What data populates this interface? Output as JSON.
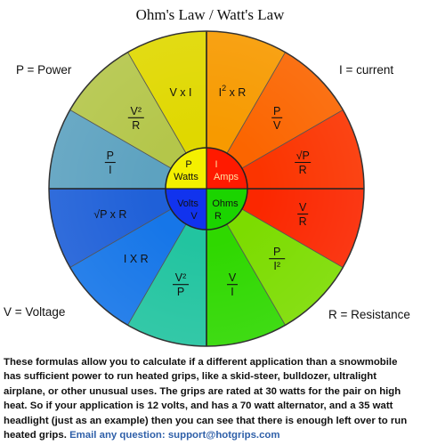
{
  "title": "Ohm's Law / Watt's Law",
  "corners": {
    "power": "P = Power",
    "current": "I = current",
    "voltage": "V = Voltage",
    "resistance": "R = Resistance"
  },
  "center": {
    "watts": {
      "symbol": "P",
      "unit": "Watts"
    },
    "amps": {
      "symbol": "I",
      "unit": "Amps"
    },
    "volts": {
      "symbol": "V",
      "unit": "Volts"
    },
    "ohms": {
      "symbol": "R",
      "unit": "Ohms"
    }
  },
  "formulas": [
    {
      "id": "i2r",
      "kind": "text",
      "parts": [
        "I",
        "2",
        "x R"
      ]
    },
    {
      "id": "p-over-v",
      "kind": "frac",
      "num": "P",
      "den": "V"
    },
    {
      "id": "sqrt-p-over-r",
      "kind": "frac",
      "num": "√P",
      "den": "R"
    },
    {
      "id": "v-over-r",
      "kind": "frac",
      "num": "V",
      "den": "R"
    },
    {
      "id": "p-over-i2",
      "kind": "frac",
      "num": "P",
      "den": "I²"
    },
    {
      "id": "v-over-i",
      "kind": "frac",
      "num": "V",
      "den": "I"
    },
    {
      "id": "v2-over-p",
      "kind": "frac",
      "num": "V²",
      "den": "P"
    },
    {
      "id": "i-x-r",
      "kind": "plain",
      "text": "I X R"
    },
    {
      "id": "sqrt-p-x-r",
      "kind": "plain",
      "text": "√P x R"
    },
    {
      "id": "p-over-i",
      "kind": "frac",
      "num": "P",
      "den": "I"
    },
    {
      "id": "v2-over-r",
      "kind": "frac",
      "num": "V²",
      "den": "R"
    },
    {
      "id": "v-x-i",
      "kind": "plain",
      "text": "V x I"
    }
  ],
  "colors": {
    "yellow": "#f4f000",
    "red": "#ff1a00",
    "green": "#1bd400",
    "blue": "#1133ee",
    "outline": "#333333",
    "email": "#2e5fa8"
  },
  "caption": {
    "text": "These formulas allow you to calculate if a different application than a snowmobile has sufficient power to run heated grips, like a skid-steer, bulldozer, ultralight airplane, or other unusual uses.  The grips are rated at 30 watts for the pair on high heat.  So if your application is 12 volts, and has a 70 watt alternator, and a 35 watt headlight (just as an example) then you can see that there is enough left over to run heated grips.",
    "email": "Email any question: support@hotgrips.com"
  }
}
